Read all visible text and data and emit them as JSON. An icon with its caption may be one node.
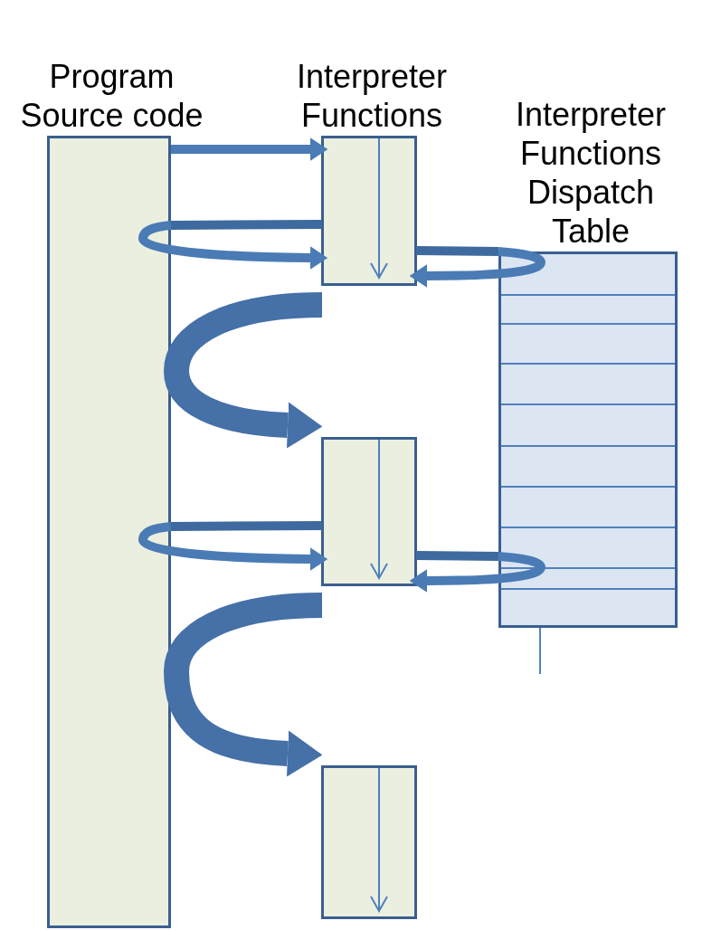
{
  "diagram": {
    "nodes": [
      {
        "text": [
          "Program Source code"
        ]
      },
      {
        "text": [
          "Interpreter Functions"
        ]
      },
      {
        "text": [],
        "shape": "box"
      },
      {
        "text": [],
        "shape": "box"
      },
      {
        "text": [
          "Interpreter Functions Dispatch Table"
        ]
      }
    ],
    "edges": [
      {
        "from": 0,
        "to": 1,
        "arrow": "to"
      },
      {
        "from": 0,
        "to": 1,
        "arrow": "to"
      },
      {
        "from": 4,
        "to": 1,
        "arrow": "to"
      },
      {
        "from": 1,
        "to": 2,
        "arrow": "to",
        "style": "thick"
      },
      {
        "from": 0,
        "to": 2,
        "arrow": "to"
      },
      {
        "from": 4,
        "to": 2,
        "arrow": "to"
      },
      {
        "from": 2,
        "to": 3,
        "arrow": "to",
        "style": "thick"
      }
    ]
  }
}
